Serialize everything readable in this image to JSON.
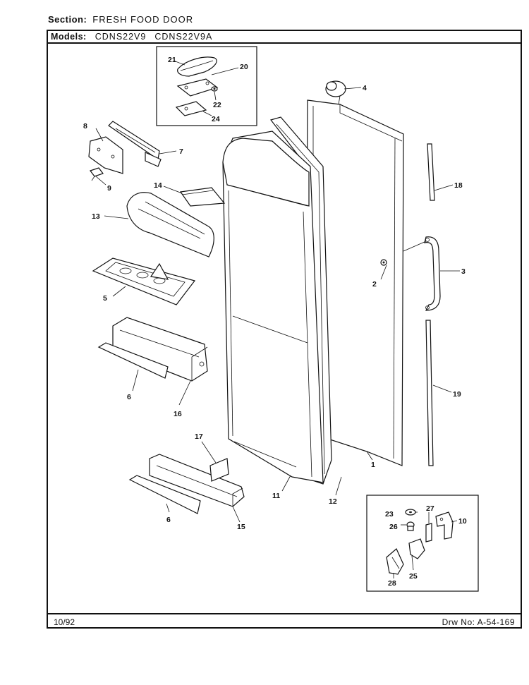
{
  "header": {
    "section_label": "Section:",
    "section_value": "FRESH FOOD DOOR",
    "models_label": "Models:",
    "models": [
      "CDNS22V9",
      "CDNS22V9A"
    ]
  },
  "footer": {
    "date": "10/92",
    "drawing_number": "Drw No: A-54-169"
  },
  "callouts": {
    "p1": "1",
    "p2": "2",
    "p3": "3",
    "p4": "4",
    "p5": "5",
    "p6a": "6",
    "p6b": "6",
    "p7": "7",
    "p8": "8",
    "p9": "9",
    "p10": "10",
    "p11": "11",
    "p12": "12",
    "p13": "13",
    "p14": "14",
    "p15": "15",
    "p16": "16",
    "p17": "17",
    "p18": "18",
    "p19": "19",
    "p20": "20",
    "p21": "21",
    "p22": "22",
    "p23": "23",
    "p24": "24",
    "p25": "25",
    "p26": "26",
    "p27": "27",
    "p28": "28"
  }
}
